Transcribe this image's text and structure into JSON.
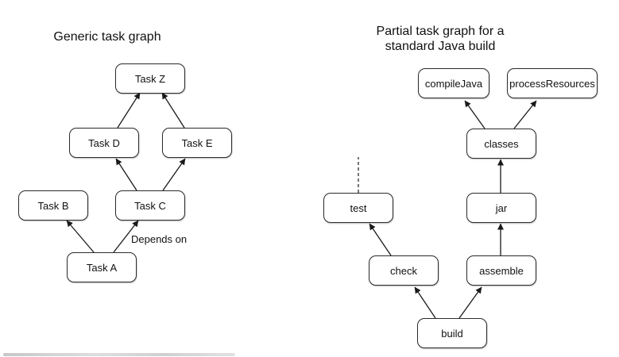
{
  "left_diagram": {
    "title": "Generic task graph",
    "nodes": {
      "task_z": "Task Z",
      "task_d": "Task D",
      "task_e": "Task E",
      "task_b": "Task B",
      "task_c": "Task C",
      "task_a": "Task A"
    },
    "edge_label": "Depends on"
  },
  "right_diagram": {
    "title": "Partial task graph for a\nstandard Java build",
    "nodes": {
      "compile_java": "compileJava",
      "process_resources": "processResources",
      "classes": "classes",
      "test": "test",
      "jar": "jar",
      "check": "check",
      "assemble": "assemble",
      "build": "build"
    }
  },
  "colors": {
    "stroke": "#1a1a1a",
    "node_border": "#2b2b2b",
    "background": "#ffffff"
  }
}
